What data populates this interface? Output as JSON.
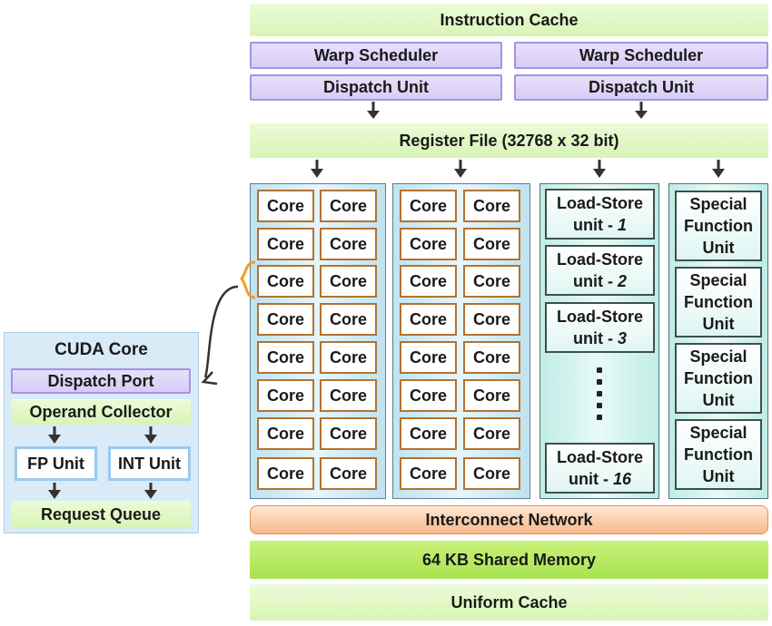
{
  "instruction_cache": "Instruction Cache",
  "warp_scheduler": [
    "Warp Scheduler",
    "Warp Scheduler"
  ],
  "dispatch_unit": [
    "Dispatch Unit",
    "Dispatch Unit"
  ],
  "register_file": "Register File (32768 x 32 bit)",
  "core_label": "Core",
  "load_store": [
    {
      "line1": "Load-Store",
      "prefix": "unit - ",
      "num": "1"
    },
    {
      "line1": "Load-Store",
      "prefix": "unit - ",
      "num": "2"
    },
    {
      "line1": "Load-Store",
      "prefix": "unit - ",
      "num": "3"
    },
    {
      "line1": "Load-Store",
      "prefix": "unit - ",
      "num": "16"
    }
  ],
  "sfu": {
    "line1": "Special",
    "line2": "Function",
    "line3": "Unit"
  },
  "interconnect": "Interconnect Network",
  "shared_memory": "64 KB Shared Memory",
  "uniform_cache": "Uniform Cache",
  "cuda_core": {
    "title": "CUDA Core",
    "dispatch_port": "Dispatch Port",
    "operand_collector": "Operand Collector",
    "fp_unit": "FP Unit",
    "int_unit": "INT Unit",
    "request_queue": "Request Queue"
  },
  "colors": {
    "green": "#d8f4b6",
    "purple": "#d8ccf6",
    "core_border": "#b5722e",
    "interconnect": "#f6b98a",
    "shared_memory": "#a7e34f",
    "cuda_panel": "#d8ebf7"
  }
}
